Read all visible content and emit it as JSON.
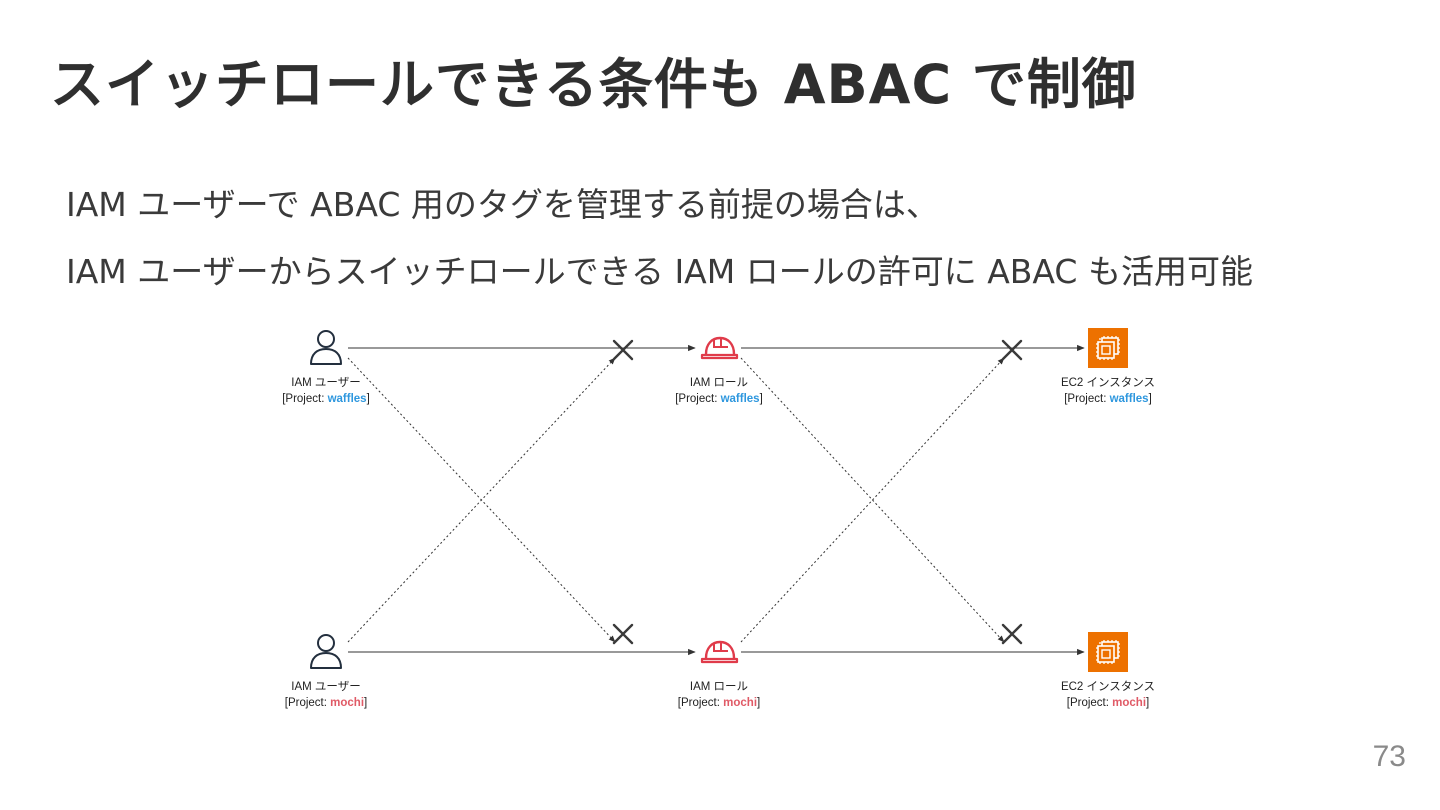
{
  "slide": {
    "title": "スイッチロールできる条件も ABAC で制御",
    "lines": [
      "IAM ユーザーで ABAC 用のタグを管理する前提の場合は、",
      "IAM ユーザーからスイッチロールできる IAM ロールの許可に ABAC も活用可能"
    ],
    "page_number": "73"
  },
  "colors": {
    "waffles": "#2e97de",
    "mochi": "#e05a66",
    "role_icon": "#e03b4a",
    "ec2_icon": "#ed7100",
    "user_icon": "#232f3e",
    "arrow": "#333333",
    "deny": "#3a3a3a"
  },
  "tag_prefix": "[Project: ",
  "tag_suffix": "]",
  "nodes": {
    "user_waffles": {
      "name": "IAM ユーザー",
      "tag": "waffles",
      "icon": "user-icon"
    },
    "user_mochi": {
      "name": "IAM ユーザー",
      "tag": "mochi",
      "icon": "user-icon"
    },
    "role_waffles": {
      "name": "IAM ロール",
      "tag": "waffles",
      "icon": "iam-role-helmet-icon"
    },
    "role_mochi": {
      "name": "IAM ロール",
      "tag": "mochi",
      "icon": "iam-role-helmet-icon"
    },
    "ec2_waffles": {
      "name": "EC2 インスタンス",
      "tag": "waffles",
      "icon": "ec2-instance-icon"
    },
    "ec2_mochi": {
      "name": "EC2 インスタンス",
      "tag": "mochi",
      "icon": "ec2-instance-icon"
    }
  },
  "edges": [
    {
      "from": "user_waffles",
      "to": "role_waffles",
      "allowed": true
    },
    {
      "from": "user_mochi",
      "to": "role_mochi",
      "allowed": true
    },
    {
      "from": "role_waffles",
      "to": "ec2_waffles",
      "allowed": true
    },
    {
      "from": "role_mochi",
      "to": "ec2_mochi",
      "allowed": true
    },
    {
      "from": "user_waffles",
      "to": "role_mochi",
      "allowed": false
    },
    {
      "from": "user_mochi",
      "to": "role_waffles",
      "allowed": false
    },
    {
      "from": "role_waffles",
      "to": "ec2_mochi",
      "allowed": false
    },
    {
      "from": "role_mochi",
      "to": "ec2_waffles",
      "allowed": false
    }
  ]
}
